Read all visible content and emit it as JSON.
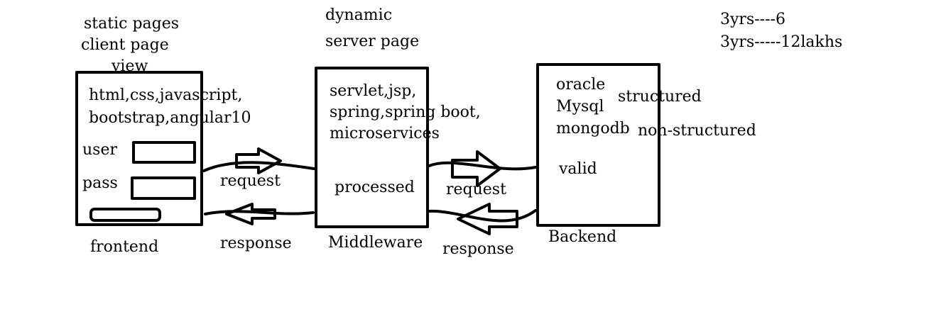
{
  "colors": {
    "ink": "#000000",
    "background": "#ffffff"
  },
  "frontend": {
    "heading_lines": [
      "static pages",
      "client page",
      "view"
    ],
    "tech_lines": [
      "html,css,javascript,",
      "bootstrap,angular10"
    ],
    "user_label": "user",
    "pass_label": "pass",
    "caption": "frontend"
  },
  "middleware": {
    "heading_lines": [
      "dynamic",
      "server page"
    ],
    "tech_lines": [
      "servlet,jsp,",
      "spring,spring boot,",
      "microservices"
    ],
    "status": "processed",
    "caption": "Middleware"
  },
  "backend": {
    "db_lines": [
      "oracle",
      "Mysql",
      "mongodb"
    ],
    "structured_label": "structured",
    "non_structured_label": "non-structured",
    "status": "valid",
    "caption": "Backend"
  },
  "arrows": {
    "request_1": "request",
    "response_1": "response",
    "request_2": "request",
    "response_2": "response"
  },
  "notes": [
    "3yrs----6",
    "3yrs-----12lakhs"
  ]
}
